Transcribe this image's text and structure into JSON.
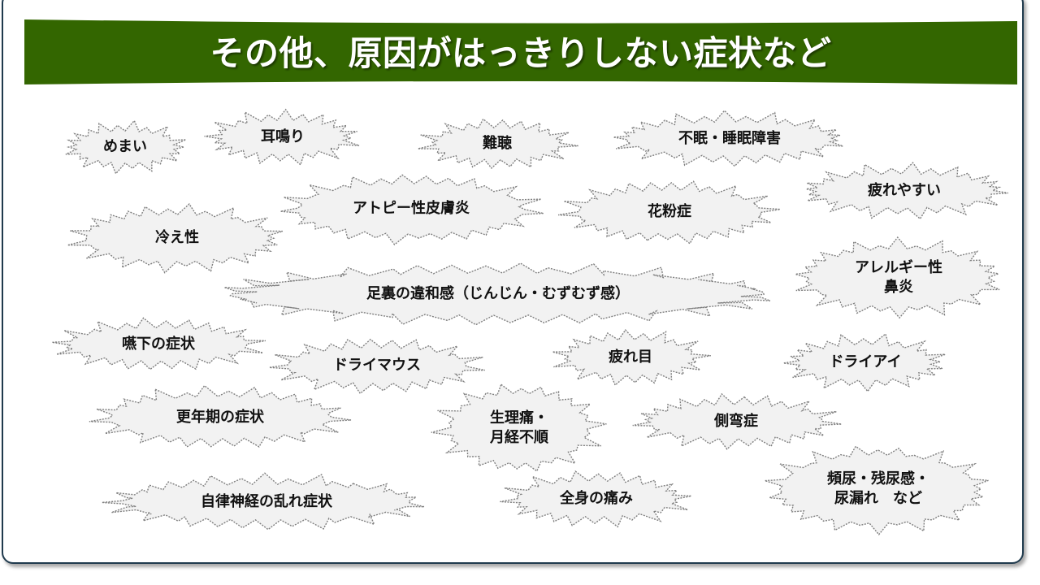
{
  "title": "その他、原因がはっきりしない症状など",
  "colors": {
    "banner": "#336600",
    "burst_fill": "#f2f2f2",
    "burst_stroke": "#7f7f7f",
    "frame": "#1f3a4d"
  },
  "symptoms": [
    {
      "id": "memai",
      "text": "めまい"
    },
    {
      "id": "miminari",
      "text": "耳鳴り"
    },
    {
      "id": "nanchou",
      "text": "難聴"
    },
    {
      "id": "fumin",
      "text": "不眠・睡眠障害"
    },
    {
      "id": "tsukareyasui",
      "text": "疲れやすい"
    },
    {
      "id": "atopy",
      "text": "アトピー性皮膚炎"
    },
    {
      "id": "kafunshou",
      "text": "花粉症"
    },
    {
      "id": "hieshou",
      "text": "冷え性"
    },
    {
      "id": "allergy",
      "text": "アレルギー性\n鼻炎"
    },
    {
      "id": "ashiura",
      "text": "足裏の違和感（じんじん・むずむず感）"
    },
    {
      "id": "enge",
      "text": "嚥下の症状"
    },
    {
      "id": "drymouth",
      "text": "ドライマウス"
    },
    {
      "id": "tsukaresme",
      "text": "疲れ目"
    },
    {
      "id": "dryeye",
      "text": "ドライアイ"
    },
    {
      "id": "kounenki",
      "text": "更年期の症状"
    },
    {
      "id": "seiritsuu",
      "text": "生理痛・\n月経不順"
    },
    {
      "id": "sokuwan",
      "text": "側弯症"
    },
    {
      "id": "hinnyou",
      "text": "頻尿・残尿感・\n尿漏れ　など"
    },
    {
      "id": "jiritsu",
      "text": "自律神経の乱れ症状"
    },
    {
      "id": "zenshin",
      "text": "全身の痛み"
    }
  ]
}
